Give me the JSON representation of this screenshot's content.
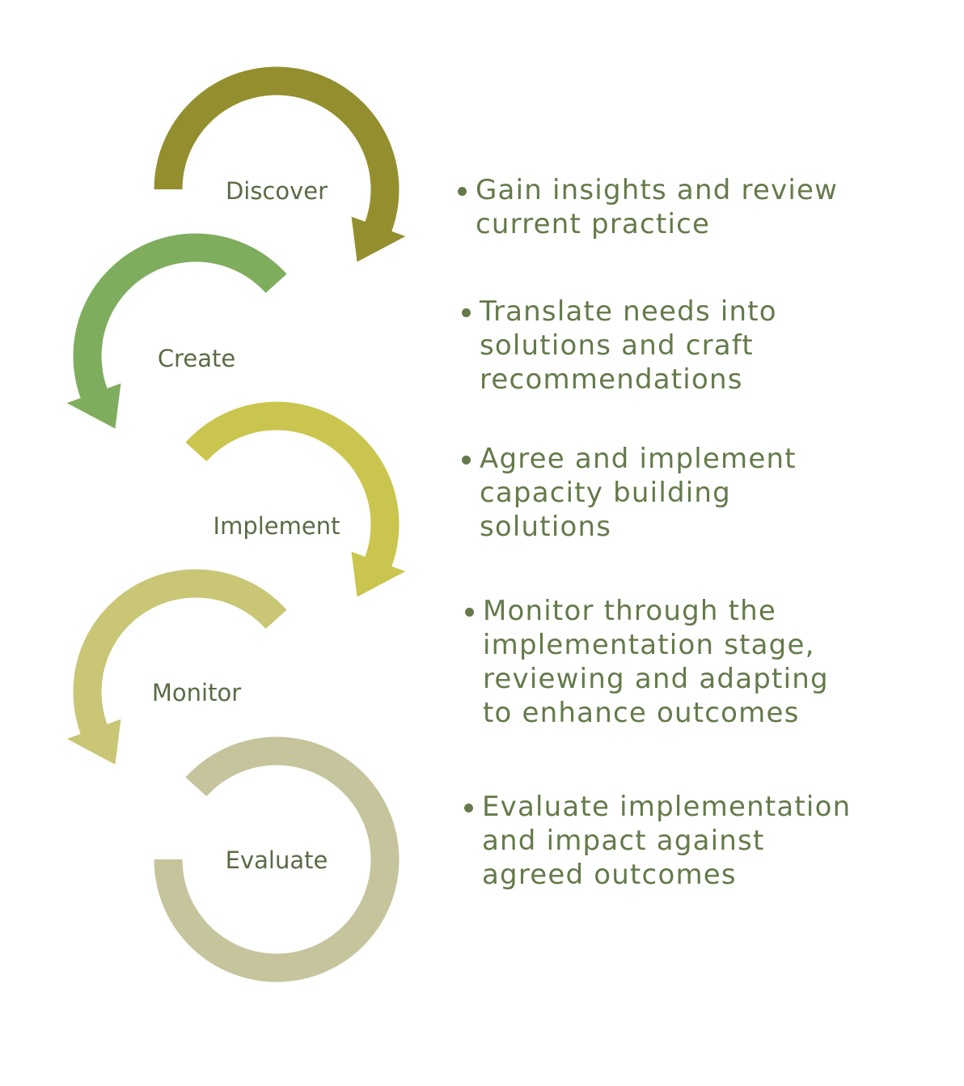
{
  "diagram": {
    "title": "",
    "colors": {
      "text": "#647a4a",
      "label": "#5a6b45",
      "background": "#ffffff"
    },
    "stages": [
      {
        "label": "Discover",
        "color": "#948f2e",
        "description": "Gain insights and review\ncurrent practice",
        "direction": "clockwise"
      },
      {
        "label": "Create",
        "color": "#7fad5e",
        "description": "Translate needs into\nsolutions and craft\nrecommendations",
        "direction": "counterclockwise"
      },
      {
        "label": "Implement",
        "color": "#cac54e",
        "description": "Agree and implement\ncapacity building\nsolutions",
        "direction": "clockwise"
      },
      {
        "label": "Monitor",
        "color": "#c9c676",
        "description": "Monitor through the\nimplementation stage,\nreviewing and adapting\nto enhance outcomes",
        "direction": "counterclockwise"
      },
      {
        "label": "Evaluate",
        "color": "#c5c49c",
        "description": "Evaluate implementation\nand impact  against\nagreed outcomes",
        "direction": "none"
      }
    ]
  }
}
